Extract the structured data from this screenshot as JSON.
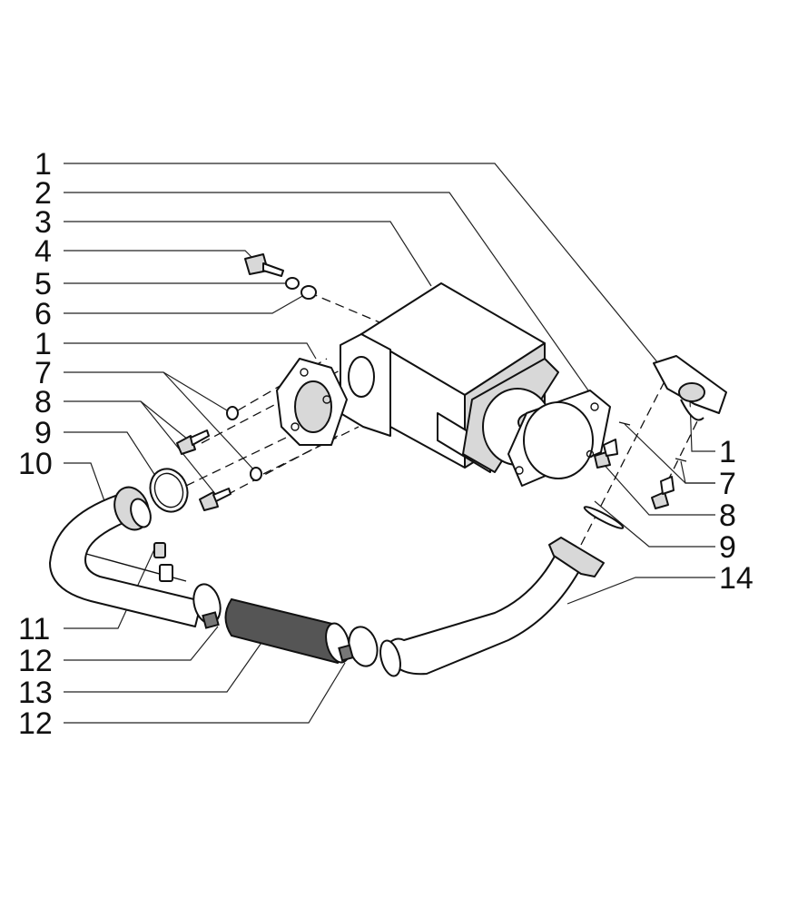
{
  "callouts": {
    "left": [
      "1",
      "2",
      "3",
      "4",
      "5",
      "6",
      "1",
      "7",
      "8",
      "9",
      "10",
      "11",
      "12",
      "13",
      "12"
    ],
    "right": [
      "1",
      "7",
      "8",
      "9",
      "14"
    ]
  }
}
